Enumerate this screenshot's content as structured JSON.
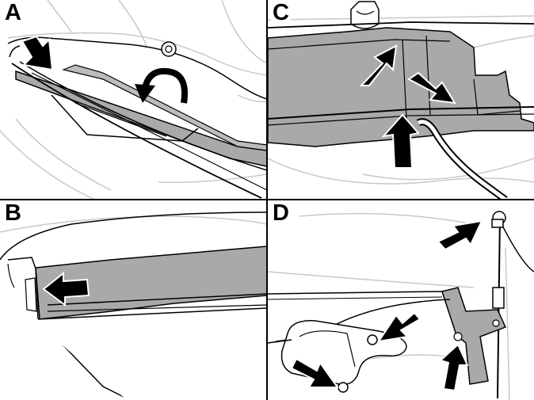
{
  "figure": {
    "panels": [
      {
        "label": "A"
      },
      {
        "label": "B"
      },
      {
        "label": "C"
      },
      {
        "label": "D"
      }
    ],
    "colors": {
      "line": "#000000",
      "fill_gray": "#a9a9a9",
      "light_line": "#c8c8c8",
      "background": "#ffffff"
    }
  }
}
